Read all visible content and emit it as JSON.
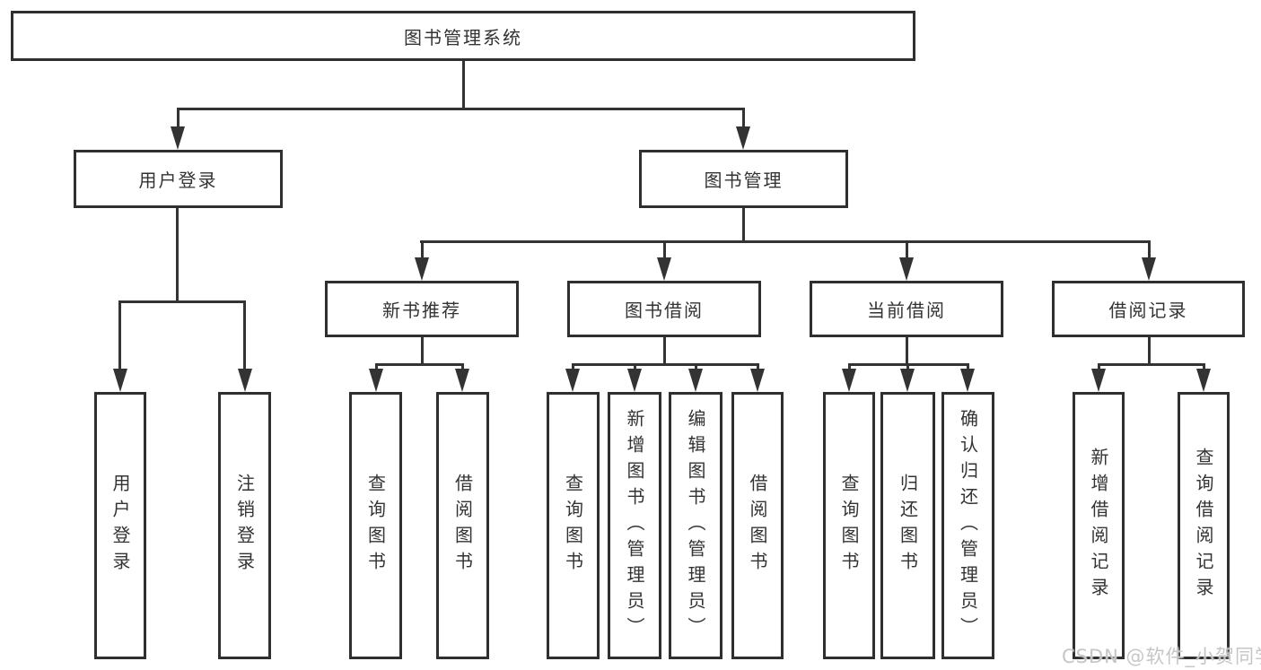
{
  "diagram": {
    "type": "hierarchy-tree",
    "nodes": {
      "root": "图书管理系统",
      "l2": {
        "user_login": "用户登录",
        "book_mgmt": "图书管理"
      },
      "l3": {
        "new_rec": "新书推荐",
        "borrow": "图书借阅",
        "current": "当前借阅",
        "records": "借阅记录"
      },
      "leaves": {
        "user_login": [
          "用户登录",
          "注销登录"
        ],
        "new_rec": [
          "查询图书",
          "借阅图书"
        ],
        "borrow": [
          "查询图书",
          "新增图书（管理员）",
          "编辑图书（管理员）",
          "借阅图书"
        ],
        "current": [
          "查询图书",
          "归还图书",
          "确认归还（管理员）"
        ],
        "records": [
          "新增借阅记录",
          "查询借阅记录"
        ]
      }
    }
  },
  "watermark": "CSDN @软件_小贺同学",
  "colors": {
    "line": "#333333",
    "box_border": "#2f2f2f",
    "text": "#333333",
    "background": "#ffffff",
    "watermark": "#c6c6c6"
  }
}
